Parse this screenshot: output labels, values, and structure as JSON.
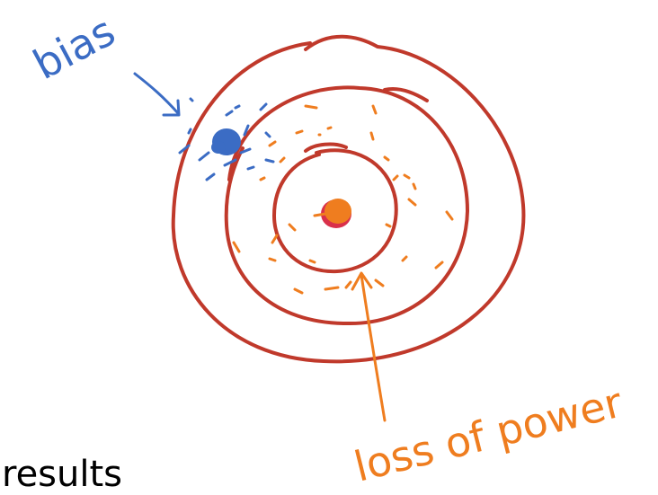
{
  "colors": {
    "rings": "#c0392b",
    "bias": "#3b6cc4",
    "power": "#ef7d1f",
    "center_dot": "#d9304a",
    "text": "#000000"
  },
  "labels": {
    "bias": "bias",
    "loss_of_power": "loss of power"
  },
  "footer": {
    "text": "results"
  }
}
